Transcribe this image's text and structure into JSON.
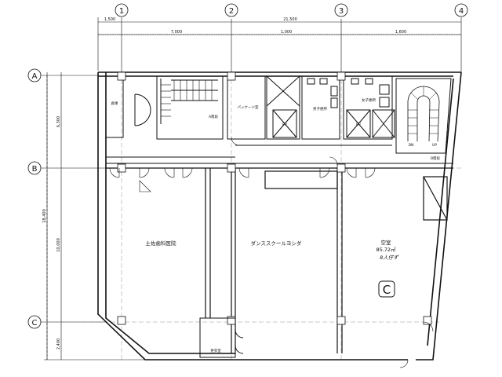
{
  "grid_columns": [
    "1",
    "2",
    "3",
    "4"
  ],
  "grid_rows": [
    "A",
    "B",
    "C"
  ],
  "dimensions": {
    "overall_width": "21,500",
    "left_offset": "1,500",
    "span_1_2": "7,000",
    "span_2_3": "1,000",
    "span_3_4": "1,600",
    "overall_depth": "18,400",
    "span_a_b": "6,300",
    "span_b_c": "10,000",
    "span_c_bottom": "2,400"
  },
  "rooms": {
    "storage": "倉庫",
    "stair_a": "A階段",
    "package_room": "パッケージ室",
    "ev": "EV",
    "mens_toilet": "男子便所",
    "womens_toilet": "女子便所",
    "stair_b": "B階段",
    "clinic": "土佐歯科医院",
    "dance_school": "ダンススクールヨシダ",
    "vacancy": "空室",
    "vacancy_area": "85.72㎡",
    "vacancy_note": "8人仔ず",
    "unit_letter": "C",
    "changing_room": "更衣室",
    "dn": "DN",
    "up": "UP"
  },
  "colors": {
    "line": "#111111",
    "thin": "#444444"
  }
}
